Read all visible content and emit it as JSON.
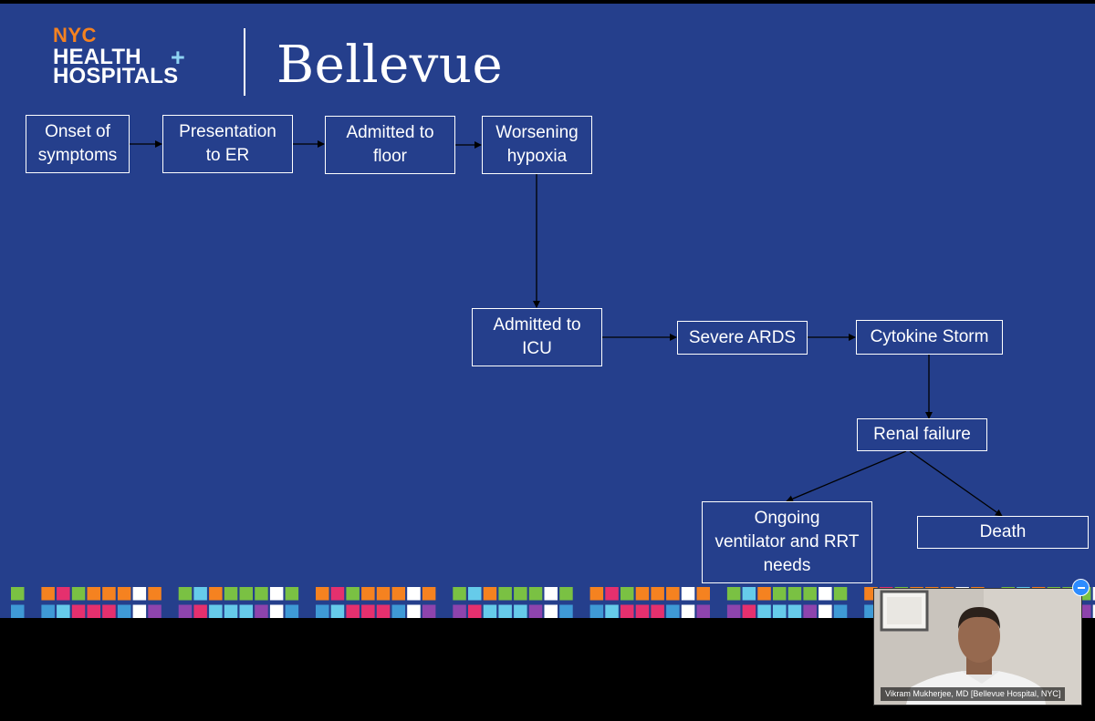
{
  "logo": {
    "nyc": "NYC",
    "health": "HEALTH",
    "hospitals": "HOSPITALS",
    "bellevue": "Bellevue"
  },
  "flowchart": {
    "onset": "Onset of\nsymptoms",
    "er": "Presentation\nto ER",
    "floor": "Admitted to\nfloor",
    "hypoxia": "Worsening\nhypoxia",
    "icu": "Admitted to\nICU",
    "ards": "Severe ARDS",
    "cytokine": "Cytokine Storm",
    "renal": "Renal failure",
    "ongoing": "Ongoing\nventilator and RRT\nneeds",
    "death": "Death"
  },
  "video": {
    "participant_name": "Vikram Mukherjee, MD [Bellevue Hospital, NYC]"
  },
  "colors": {
    "slide_background": "#253f8c",
    "logo_orange": "#f58220",
    "pattern": [
      "#7ac143",
      "#3f9ad6",
      "#e5306e",
      "#f58220",
      "#8e44ad",
      "#66cbea",
      "#ffffff"
    ]
  }
}
